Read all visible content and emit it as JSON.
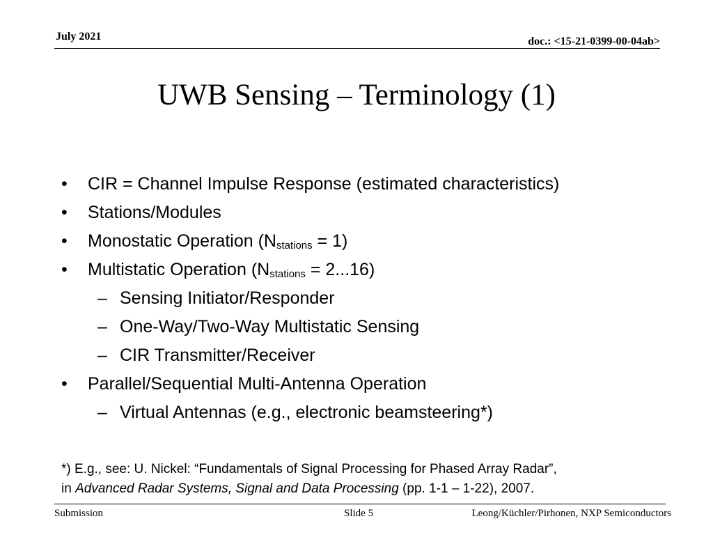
{
  "header": {
    "date": "July 2021",
    "doc_id": "doc.: <15-21-0399-00-04ab>"
  },
  "slide": {
    "title": "UWB Sensing – Terminology (1)"
  },
  "bullets": {
    "b1": "CIR = Channel Impulse Response (estimated characteristics)",
    "b2": "Stations/Modules",
    "b3_pre": "Monostatic Operation (N",
    "b3_sub": "stations",
    "b3_post": " = 1)",
    "b4_pre": "Multistatic Operation (N",
    "b4_sub": "stations",
    "b4_post": " = 2...16)",
    "b4_s1": "Sensing Initiator/Responder",
    "b4_s2": "One-Way/Two-Way Multistatic Sensing",
    "b4_s3": "CIR Transmitter/Receiver",
    "b5": "Parallel/Sequential Multi-Antenna Operation",
    "b5_s1": "Virtual Antennas (e.g., electronic beamsteering*)",
    "bullet_mark": "•",
    "dash_mark": "–"
  },
  "footnote": {
    "line1": "*) E.g., see: U. Nickel: “Fundamentals of Signal Processing for Phased Array Radar”,",
    "line2_pre": "in ",
    "line2_italic": "Advanced Radar Systems, Signal and Data Processing",
    "line2_post": " (pp. 1-1 – 1-22), 2007."
  },
  "footer": {
    "left": "Submission",
    "center": "Slide 5",
    "right": "Leong/Küchler/Pirhonen, NXP Semiconductors"
  }
}
